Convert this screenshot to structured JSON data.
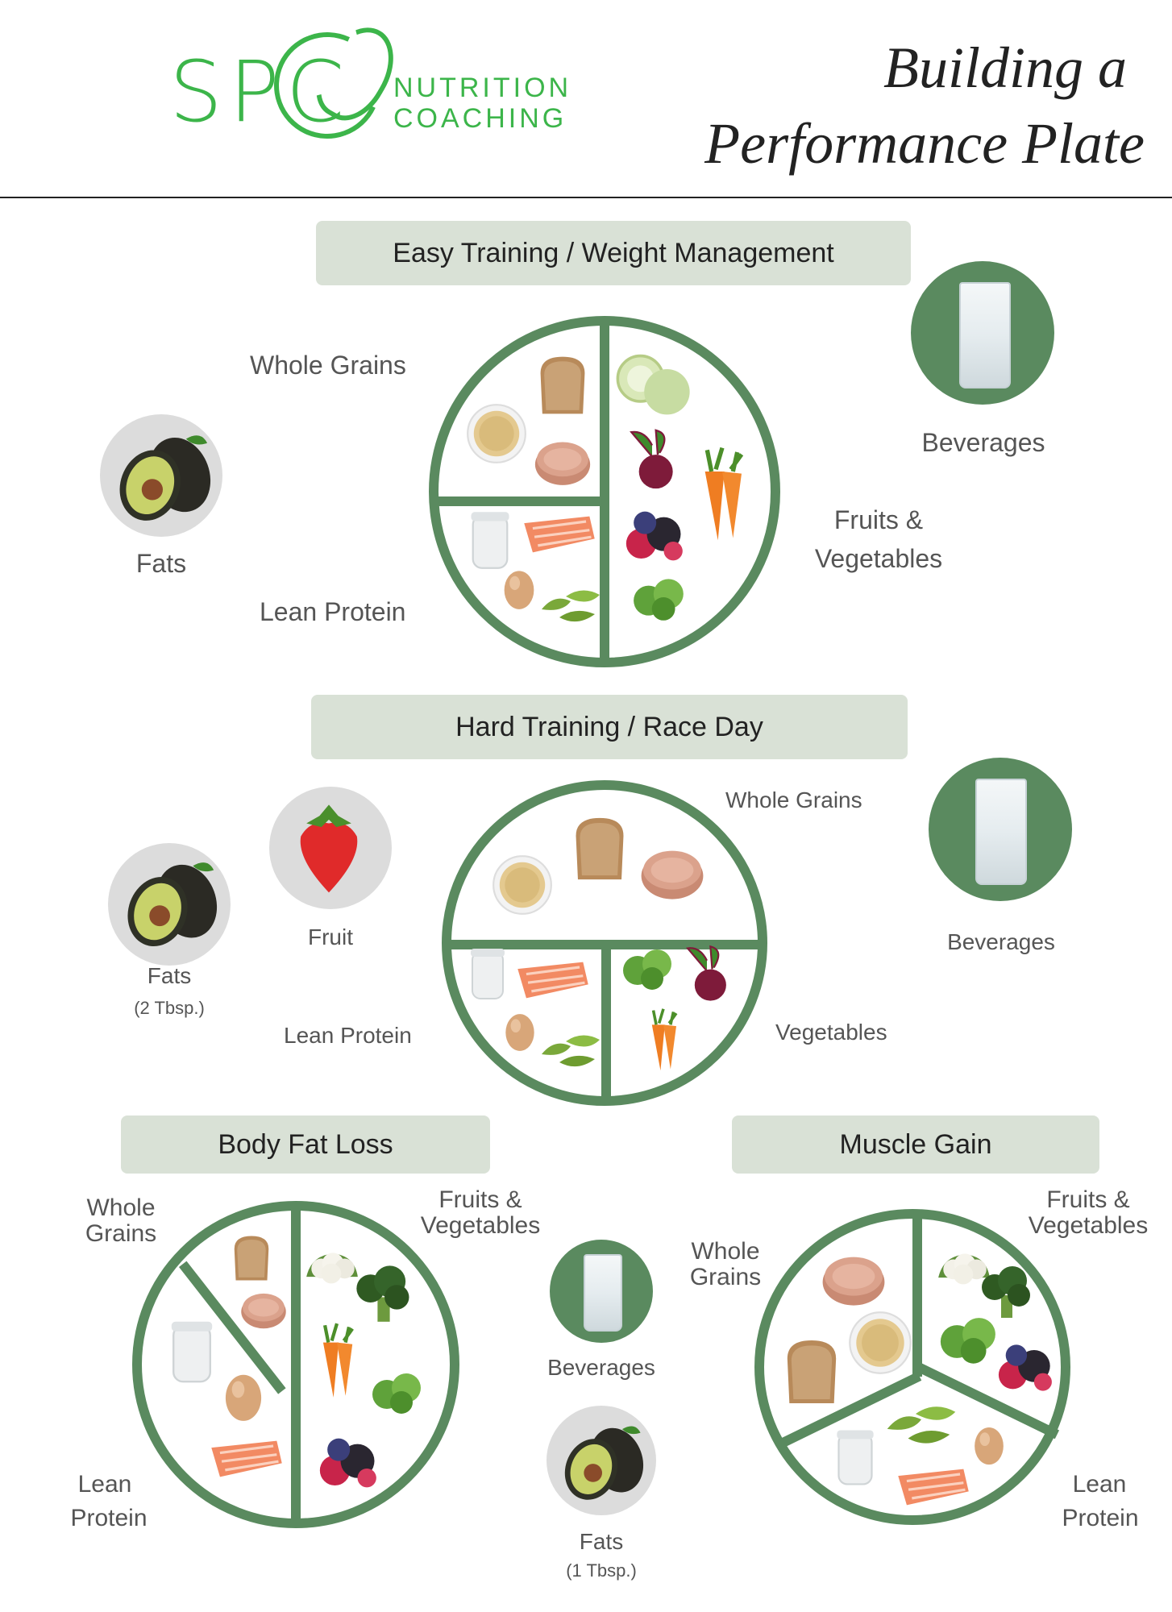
{
  "header": {
    "logo": {
      "letters": "SPC",
      "line1": "NUTRITION",
      "line2": "COACHING"
    },
    "title_line1": "Building a",
    "title_line2": "Performance Plate"
  },
  "colors": {
    "plate": "#5a8a5f",
    "banner": "#d9e1d6",
    "brand_green": "#3cb54a",
    "gray_circle": "#dcdcdc"
  },
  "sections": {
    "easy": {
      "banner": "Easy Training / Weight Management",
      "whole_grains": "Whole Grains",
      "lean_protein": "Lean Protein",
      "fruits_vegetables_1": "Fruits &",
      "fruits_vegetables_2": "Vegetables",
      "fats": "Fats",
      "beverages": "Beverages"
    },
    "hard": {
      "banner": "Hard Training / Race Day",
      "whole_grains": "Whole Grains",
      "lean_protein": "Lean Protein",
      "vegetables": "Vegetables",
      "fruit": "Fruit",
      "fats": "Fats",
      "fats_note": "(2 Tbsp.)",
      "beverages": "Beverages"
    },
    "fatloss": {
      "banner": "Body Fat Loss",
      "whole_grains_1": "Whole",
      "whole_grains_2": "Grains",
      "fruits_vegetables_1": "Fruits &",
      "fruits_vegetables_2": "Vegetables",
      "lean_protein_1": "Lean",
      "lean_protein_2": "Protein"
    },
    "shared": {
      "beverages": "Beverages",
      "fats": "Fats",
      "fats_note": "(1 Tbsp.)"
    },
    "muscle": {
      "banner": "Muscle Gain",
      "whole_grains_1": "Whole",
      "whole_grains_2": "Grains",
      "fruits_vegetables_1": "Fruits &",
      "fruits_vegetables_2": "Vegetables",
      "lean_protein_1": "Lean",
      "lean_protein_2": "Protein"
    }
  },
  "icons": [
    "avocado-icon",
    "water-glass-icon",
    "strawberry-icon",
    "bread-icon",
    "quinoa-icon",
    "rice-cake-icon",
    "salmon-icon",
    "egg-icon",
    "yogurt-icon",
    "edamame-icon",
    "carrot-icon",
    "beet-icon",
    "berries-icon",
    "brussels-sprouts-icon",
    "melon-icon",
    "cauliflower-icon",
    "broccoli-icon"
  ]
}
